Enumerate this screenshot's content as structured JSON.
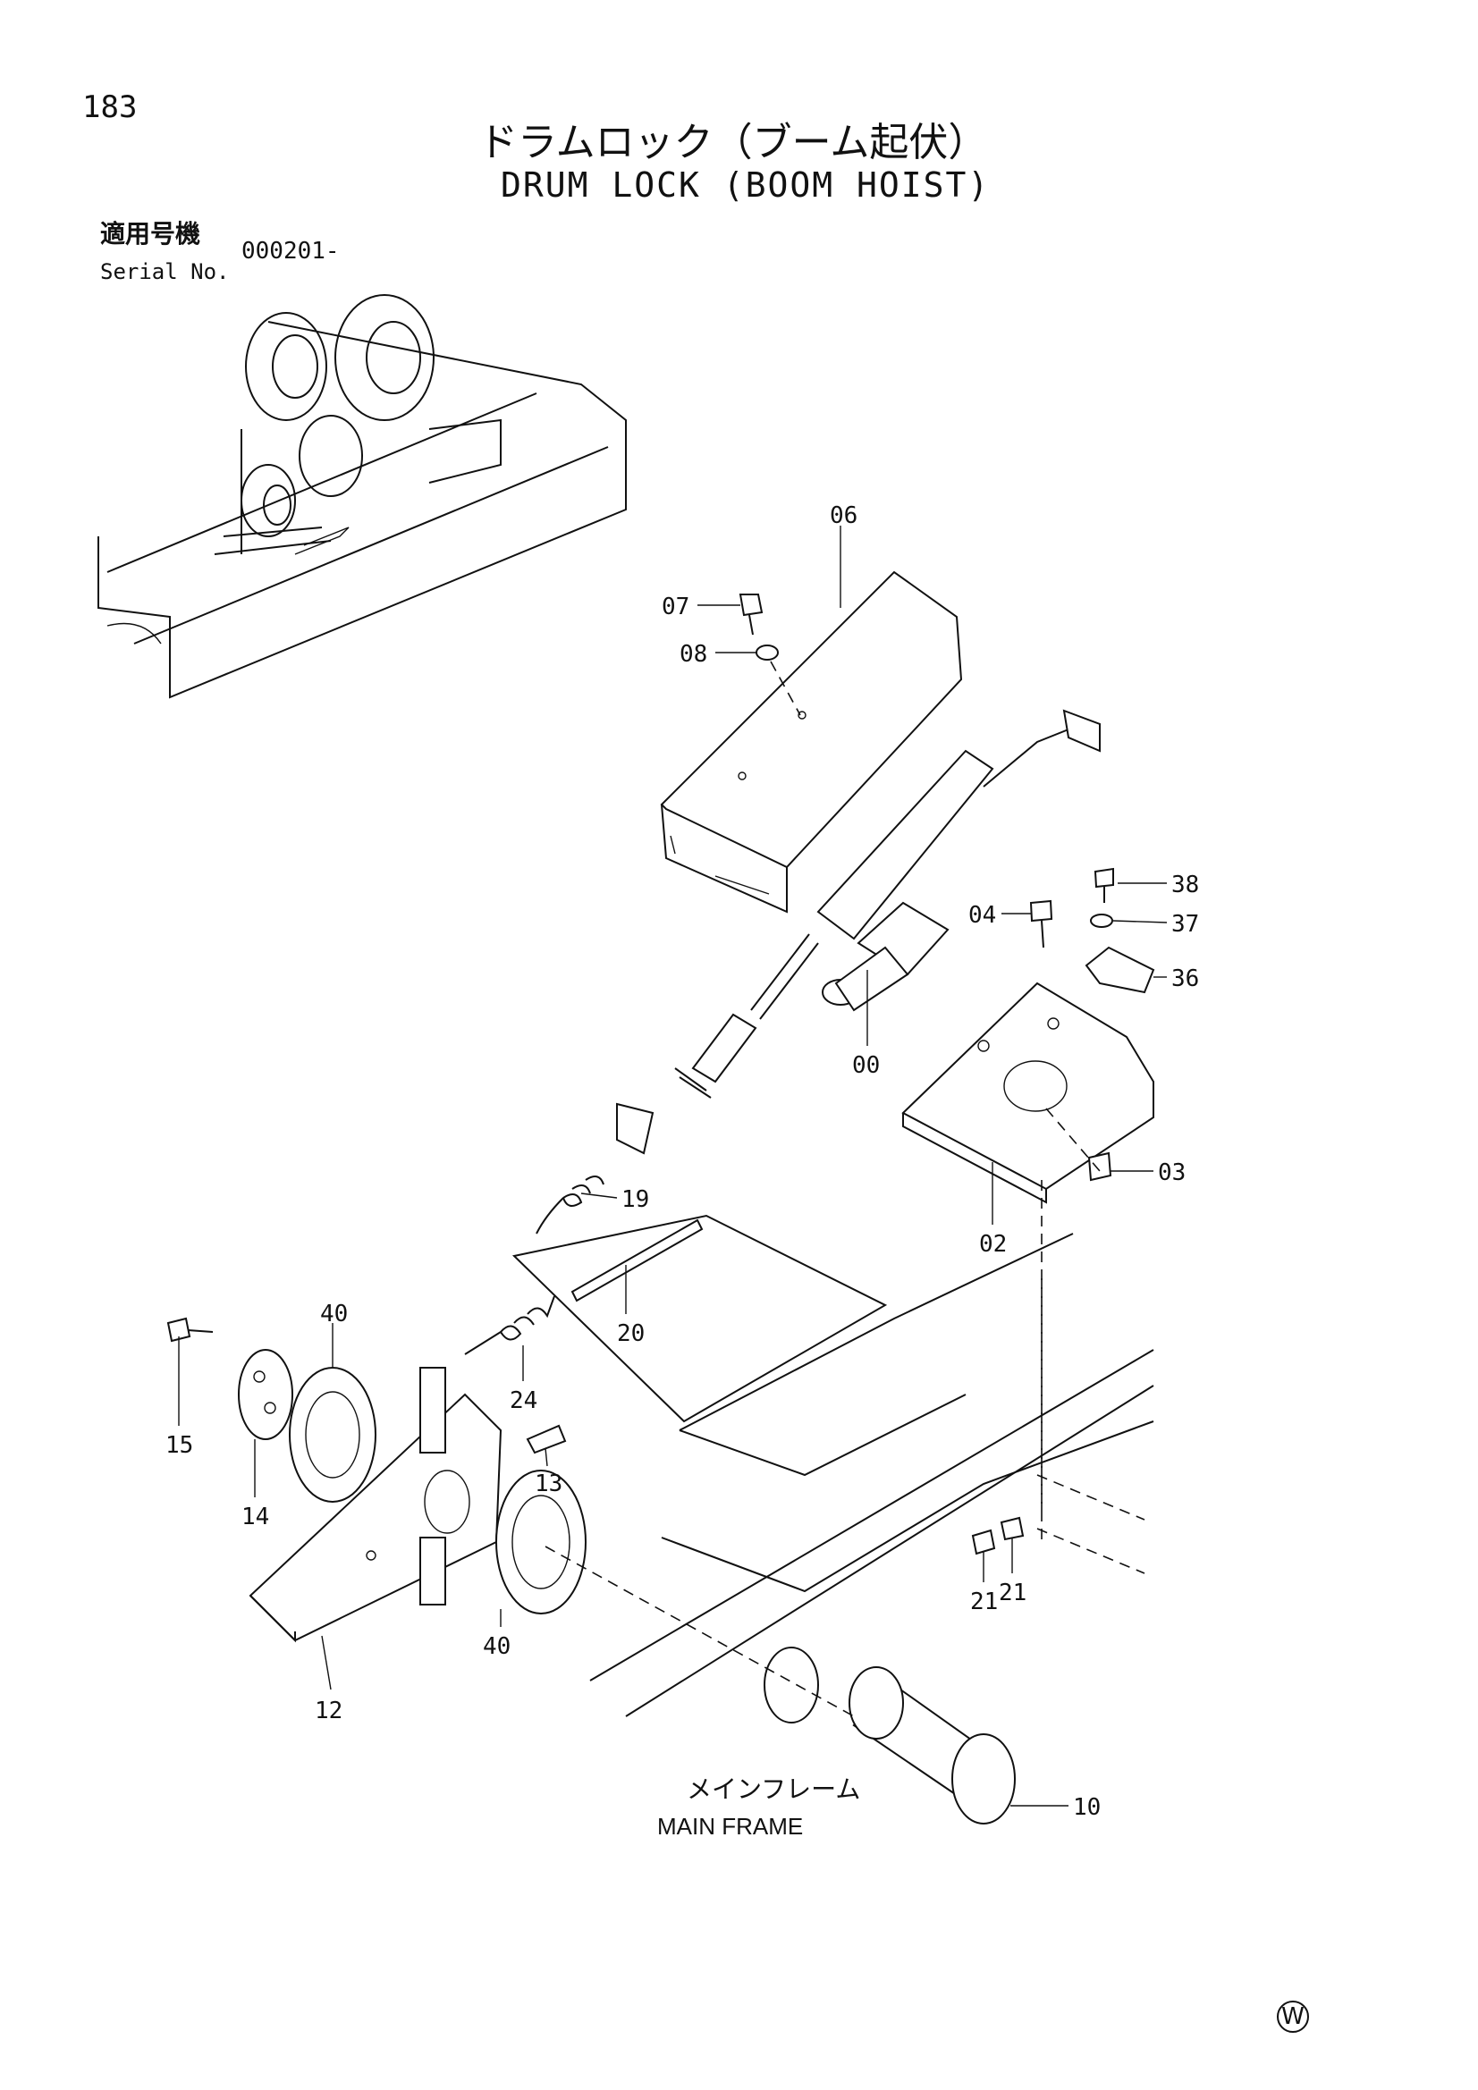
{
  "header": {
    "page_number": "183",
    "title_ja": "ドラムロック（ブーム起伏）",
    "title_en": "DRUM LOCK (BOOM HOIST)",
    "serial_label_ja": "適用号機",
    "serial_label_en": "Serial No.",
    "serial_value": "000201-"
  },
  "diagram": {
    "callouts": [
      "06",
      "07",
      "08",
      "38",
      "04",
      "37",
      "36",
      "00",
      "03",
      "02",
      "19",
      "20",
      "40",
      "24",
      "15",
      "13",
      "14",
      "40",
      "12",
      "21",
      "21",
      "10"
    ],
    "frame_label_ja": "メインフレーム",
    "frame_label_en": "MAIN FRAME"
  },
  "footer": {
    "mark": "W"
  }
}
